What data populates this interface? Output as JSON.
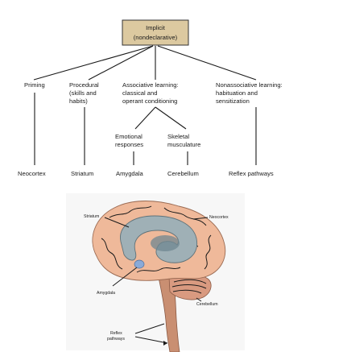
{
  "root": {
    "line1": "Implicit",
    "line2": "(nondeclarative)"
  },
  "categories": {
    "priming": {
      "line1": "Priming"
    },
    "procedural": {
      "line1": "Procedural",
      "line2": "(skills and",
      "line3": "habits)"
    },
    "associative": {
      "line1": "Associative learning:",
      "line2": "classical and",
      "line3": "operant conditioning"
    },
    "nonassociative": {
      "line1": "Nonassociative learning:",
      "line2": "habituation and",
      "line3": "sensitization"
    }
  },
  "subcategories": {
    "emotional": {
      "line1": "Emotional",
      "line2": "responses"
    },
    "skeletal": {
      "line1": "Skeletal",
      "line2": "musculature"
    }
  },
  "structures": {
    "neocortex": "Neocortex",
    "striatum": "Striatum",
    "amygdala": "Amygdala",
    "cerebellum": "Cerebellum",
    "reflex": "Reflex pathways"
  },
  "brain_labels": {
    "striatum": "Striatum",
    "neocortex": "Neocortex",
    "amygdala": "Amygdala",
    "cerebellum": "Cerebellum",
    "reflex_line1": "Reflex",
    "reflex_line2": "pathways"
  },
  "colors": {
    "root_box_fill": "#dcc9a0",
    "root_box_stroke": "#333333",
    "cortex": "#efb99a",
    "cortex_fold": "#c9866a",
    "striatum": "#9fb0b6",
    "striatum_inner": "#6f8790",
    "amygdala": "#8aaad8",
    "cerebellum": "#d99a80",
    "brainstem": "#c98f72"
  }
}
